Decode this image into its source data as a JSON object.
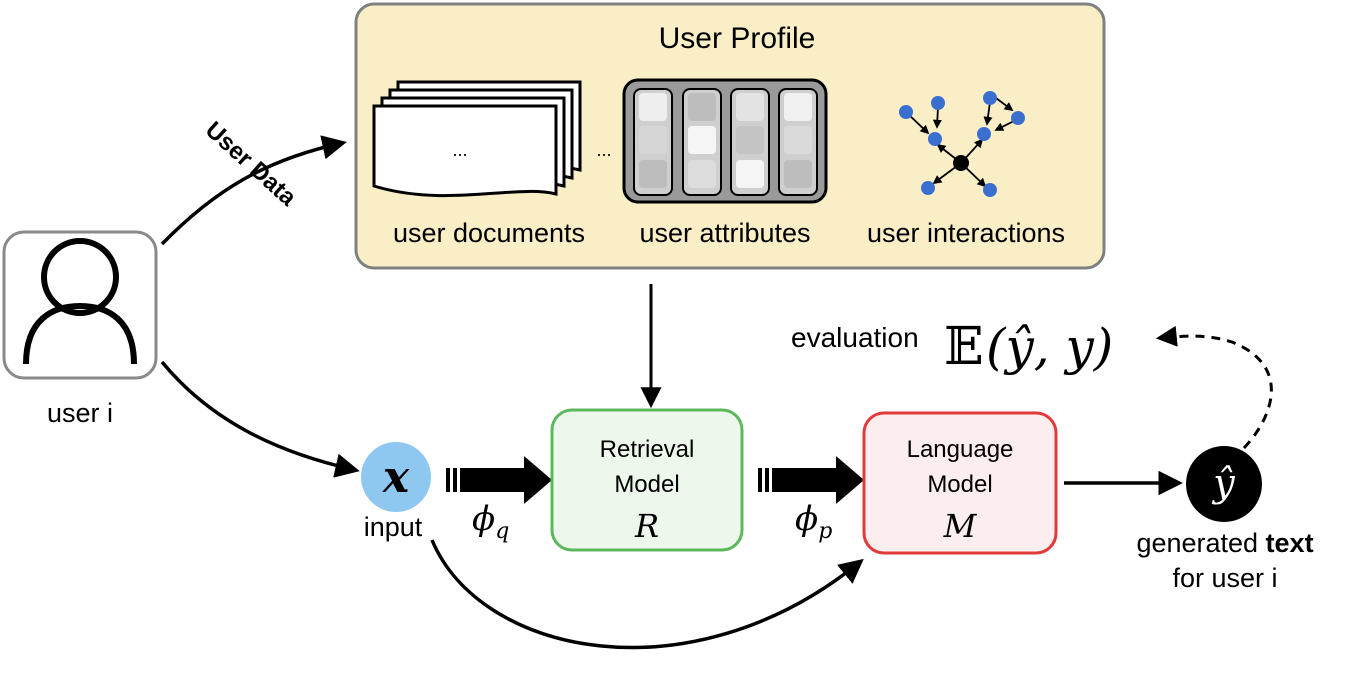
{
  "profile": {
    "title": "User Profile",
    "documents_label": "user documents",
    "attributes_label": "user attributes",
    "interactions_label": "user interactions",
    "doc_ellipsis": "...",
    "between_ellipsis": "...",
    "fill_color": "#f9eec6",
    "border_color": "#808080"
  },
  "user": {
    "label": "user i",
    "data_arrow_label": "User Data",
    "data_label_color": "#6fb3e8"
  },
  "input": {
    "symbol": "x",
    "label": "input",
    "circle_color": "#8ec8f0",
    "phi_q_base": "ϕ",
    "phi_q_sub": "q"
  },
  "retrieval": {
    "line1": "Retrieval",
    "line2": "Model",
    "symbol": "R",
    "border_color": "#5cb85c",
    "fill_color": "#eef7ec"
  },
  "language": {
    "line1": "Language",
    "line2": "Model",
    "symbol": "M",
    "border_color": "#e03a3a",
    "fill_color": "#fceeee",
    "phi_p_base": "ϕ",
    "phi_p_sub": "p"
  },
  "output": {
    "symbol": "ŷ",
    "label_prefix": "generated ",
    "label_bold": "text",
    "label_line2": "for user i"
  },
  "evaluation": {
    "word": "evaluation",
    "formula_E": "𝔼",
    "formula_args": "(ŷ, y)"
  }
}
